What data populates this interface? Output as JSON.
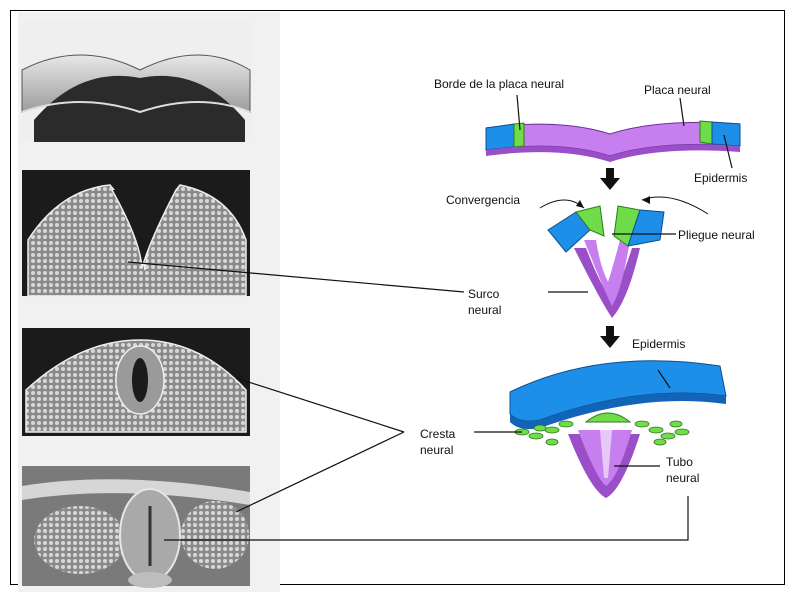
{
  "labels": {
    "borde_placa": "Borde de la placa neural",
    "placa_neural": "Placa neural",
    "epidermis_top": "Epidermis",
    "convergencia": "Convergencia",
    "pliegue_neural": "Pliegue neural",
    "surco_line1": "Surco",
    "surco_line2": "neural",
    "epidermis_bottom": "Epidermis",
    "cresta_line1": "Cresta",
    "cresta_line2": "neural",
    "tubo_line1": "Tubo",
    "tubo_line2": "neural"
  },
  "colors": {
    "neural": "#c77ff0",
    "neural_dark": "#9a4fc8",
    "border": "#6fdc4a",
    "epidermis": "#1e8fe8",
    "epidermis_dark": "#1264b8"
  }
}
